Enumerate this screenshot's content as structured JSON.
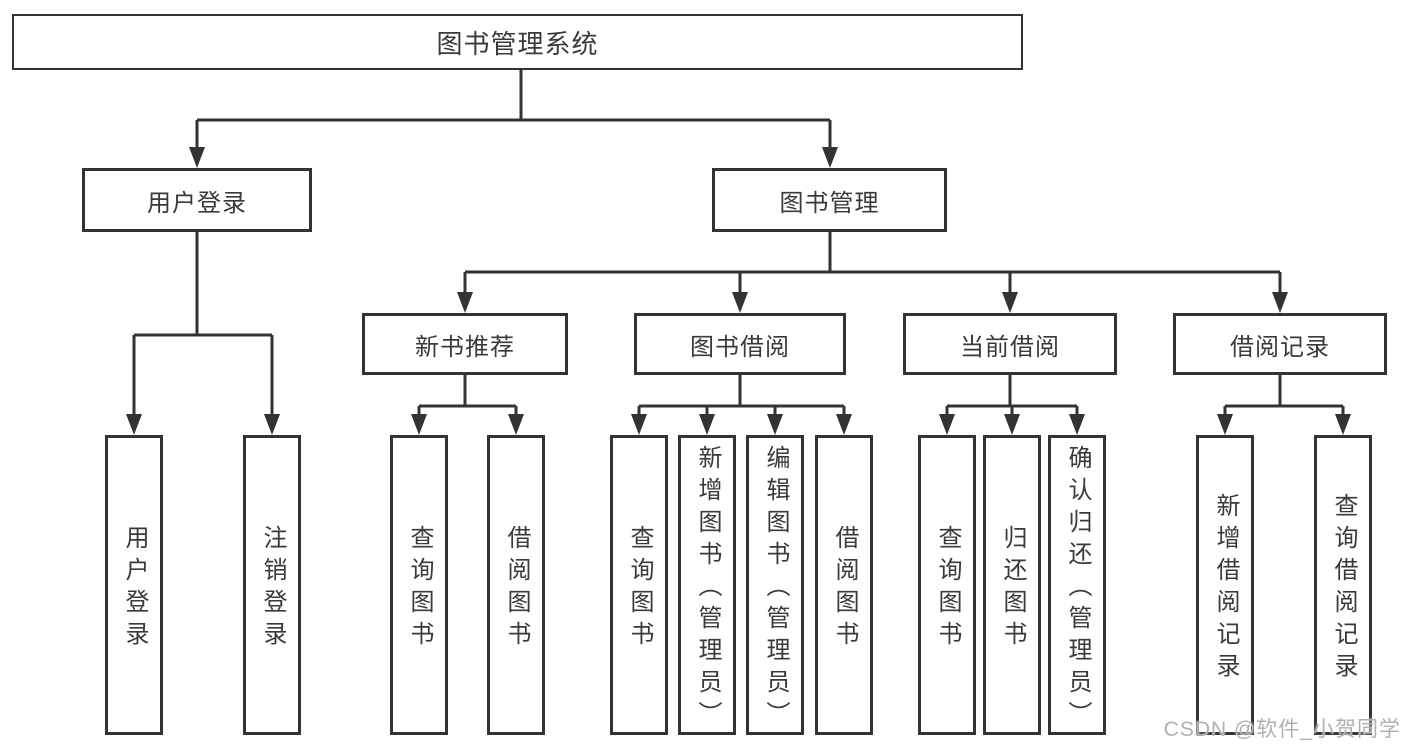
{
  "diagram": {
    "root": "图书管理系统",
    "user_login": {
      "label": "用户登录",
      "children": [
        "用户登录",
        "注销登录"
      ]
    },
    "book_management": {
      "label": "图书管理",
      "modules": [
        {
          "label": "新书推荐",
          "children": [
            "查询图书",
            "借阅图书"
          ]
        },
        {
          "label": "图书借阅",
          "children": [
            "查询图书",
            "新增图书（管理员）",
            "编辑图书（管理员）",
            "借阅图书"
          ]
        },
        {
          "label": "当前借阅",
          "children": [
            "查询图书",
            "归还图书",
            "确认归还（管理员）"
          ]
        },
        {
          "label": "借阅记录",
          "children": [
            "新增借阅记录",
            "查询借阅记录"
          ]
        }
      ]
    }
  },
  "watermark": "CSDN @软件_小贺同学",
  "colors": {
    "line": "#333333",
    "text": "#3a3a3a",
    "watermark": "#b0b0b0"
  }
}
